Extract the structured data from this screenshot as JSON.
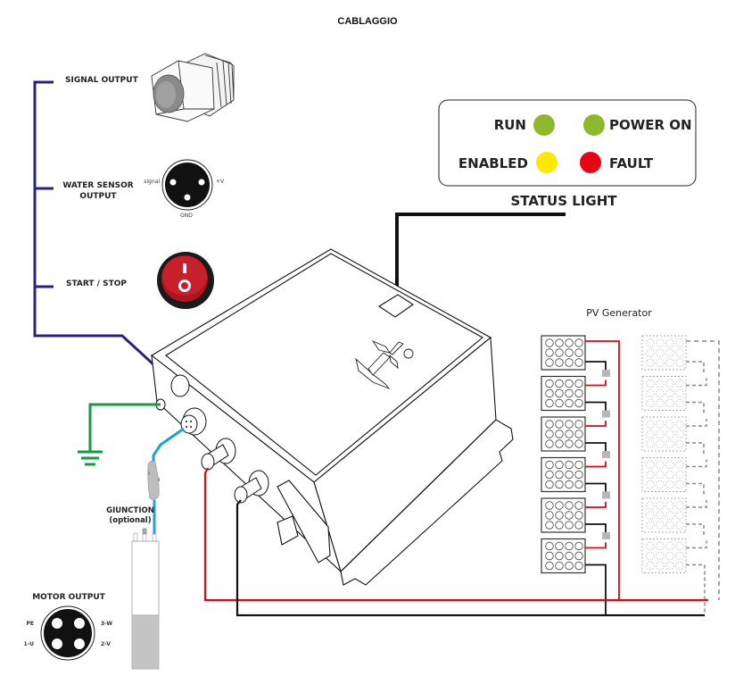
{
  "title": "CABLAGGIO",
  "left_panel": {
    "signal_output": "SIGNAL OUTPUT",
    "water_sensor_line1": "WATER SENSOR",
    "water_sensor_line2": "OUTPUT",
    "start_stop": "START / STOP",
    "water_sensor_pins": {
      "signal": "signal",
      "plus_v": "+V",
      "gnd": "GND"
    },
    "switch_symbols": {
      "on": "I",
      "off": "O"
    }
  },
  "status_light": {
    "title": "STATUS LIGHT",
    "indicators": [
      {
        "label": "RUN",
        "color": "#8cba2c"
      },
      {
        "label": "POWER ON",
        "color": "#8cba2c"
      },
      {
        "label": "ENABLED",
        "color": "#fde800"
      },
      {
        "label": "FAULT",
        "color": "#e30613"
      }
    ]
  },
  "pv_generator": {
    "title": "PV Generator",
    "active_panels": 6,
    "optional_panels": 6
  },
  "junction": {
    "line1": "GIUNCTION",
    "line2": "(optional)"
  },
  "motor_output": {
    "title": "MOTOR OUTPUT",
    "pins": {
      "pe": "PE",
      "w": "3-W",
      "u": "1-U",
      "v": "2-V"
    }
  },
  "colors": {
    "signal_wire": "#2a2280",
    "ground_wire": "#139a43",
    "motor_wire": "#1ba1e2",
    "positive_wire": "#e30613",
    "negative_wire": "#111111",
    "connector_gray": "#b8b8b8"
  }
}
